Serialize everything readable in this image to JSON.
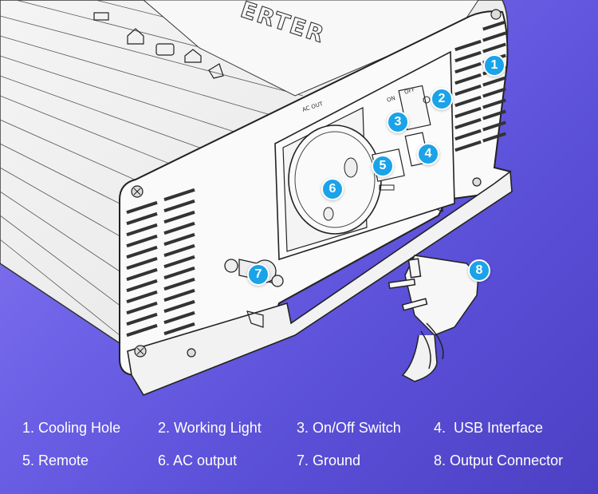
{
  "device": {
    "brand_text": "ERTER",
    "panel_label": "AC OUT",
    "switch_labels": [
      "ON",
      "OFF"
    ]
  },
  "callouts": [
    {
      "number": "1",
      "name": "cooling-hole"
    },
    {
      "number": "2",
      "name": "working-light"
    },
    {
      "number": "3",
      "name": "on-off-switch"
    },
    {
      "number": "4",
      "name": "usb-interface"
    },
    {
      "number": "5",
      "name": "remote"
    },
    {
      "number": "6",
      "name": "ac-output"
    },
    {
      "number": "7",
      "name": "ground"
    },
    {
      "number": "8",
      "name": "output-connector"
    }
  ],
  "legend": [
    "1. Cooling Hole",
    "2. Working Light",
    "3. On/Off Switch",
    "4.  USB Interface",
    "5. Remote",
    "6. AC output",
    "7. Ground",
    "8. Output Connector"
  ],
  "colors": {
    "background_start": "#8f7ff0",
    "background_end": "#4c40c4",
    "badge": "#1aa3e8",
    "legend_text": "#ffffff"
  }
}
